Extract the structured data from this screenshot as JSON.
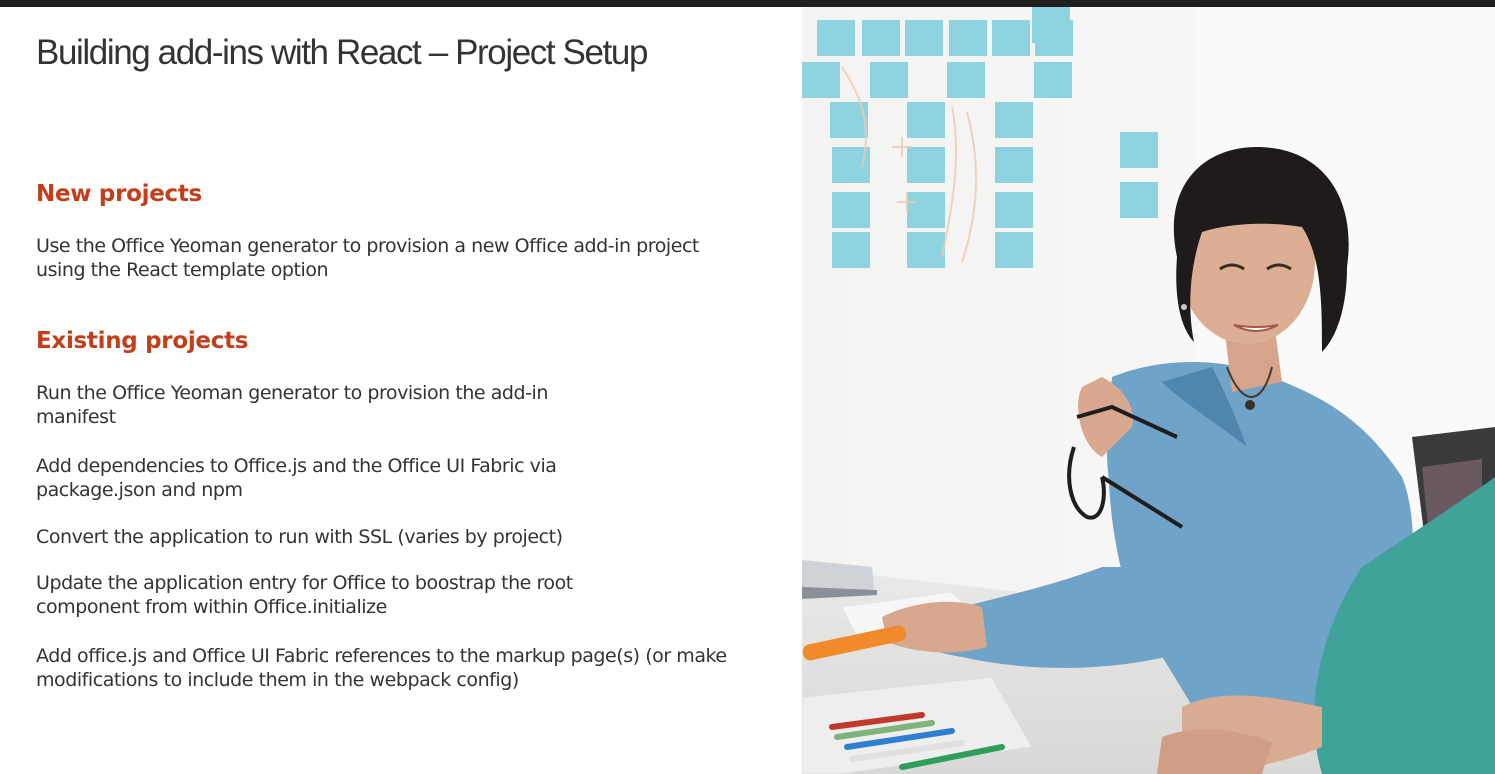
{
  "slide": {
    "title": "Building add-ins with React – Project Setup",
    "sections": {
      "new": {
        "heading": "New projects",
        "text": "Use the Office Yeoman generator to provision a new Office add-in project using the React template option"
      },
      "existing": {
        "heading": "Existing projects",
        "items": [
          "Run the Office Yeoman generator to provision the add-in manifest",
          "Add dependencies to Office.js and the Office UI Fabric via package.json and npm",
          "Convert the application to run with SSL (varies by project)",
          "Update the application entry for Office to boostrap the root component from within Office.initialize",
          "Add office.js and Office UI Fabric references to the markup page(s) (or make modifications to include them in the webpack config)"
        ]
      }
    }
  },
  "colors": {
    "heading": "#c43e1c",
    "body_text": "#333333",
    "sticky_note": "#8fd3e0",
    "shirt": "#6fa3c7"
  },
  "photo": {
    "icon": "woman-at-whiteboard-photo"
  }
}
